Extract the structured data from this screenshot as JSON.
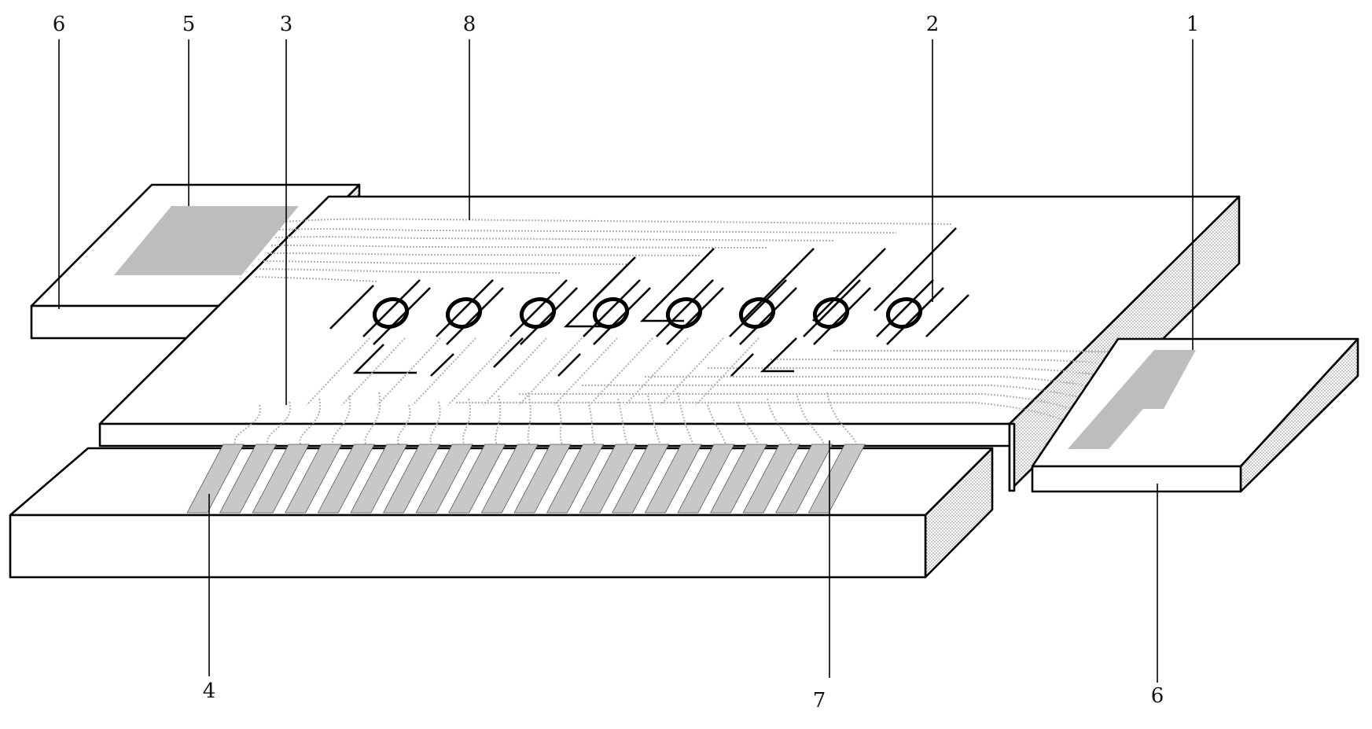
{
  "figure": {
    "callouts": [
      {
        "id": "label-6-left",
        "text": "6"
      },
      {
        "id": "label-5",
        "text": "5"
      },
      {
        "id": "label-3",
        "text": "3"
      },
      {
        "id": "label-8",
        "text": "8"
      },
      {
        "id": "label-2",
        "text": "2"
      },
      {
        "id": "label-1",
        "text": "1"
      },
      {
        "id": "label-4",
        "text": "4"
      },
      {
        "id": "label-7",
        "text": "7"
      },
      {
        "id": "label-6-right",
        "text": "6"
      }
    ],
    "ring_count": 8,
    "output_channel_count": 20
  },
  "colors": {
    "line": "#000000",
    "pad_fill": "#bdbdbd",
    "fiber": "#b0b0b0",
    "stipple": "#9a9a9a"
  }
}
